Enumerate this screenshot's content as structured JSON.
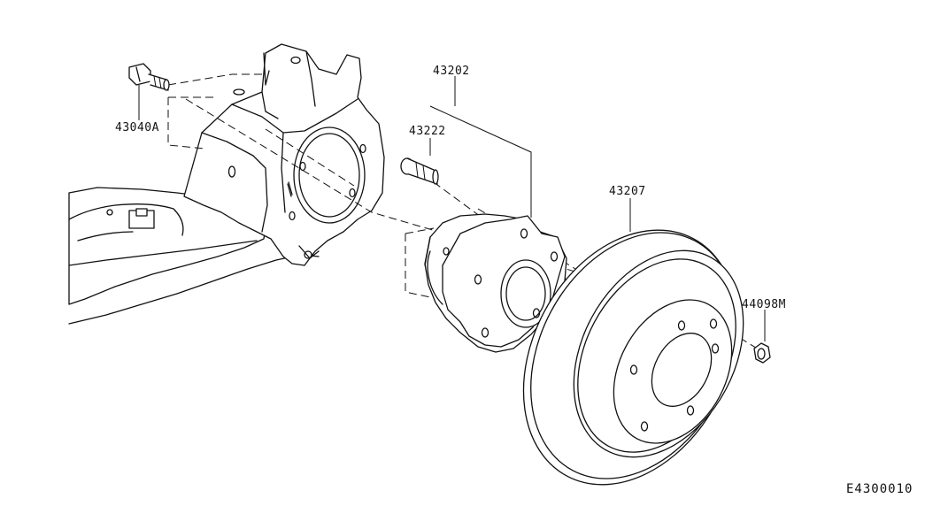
{
  "parts": {
    "bolt": "43040A",
    "hub_assembly": "43202",
    "stud": "43222",
    "disc_rotor": "43207",
    "nut": "44098M"
  },
  "drawing_code": "E4300010"
}
